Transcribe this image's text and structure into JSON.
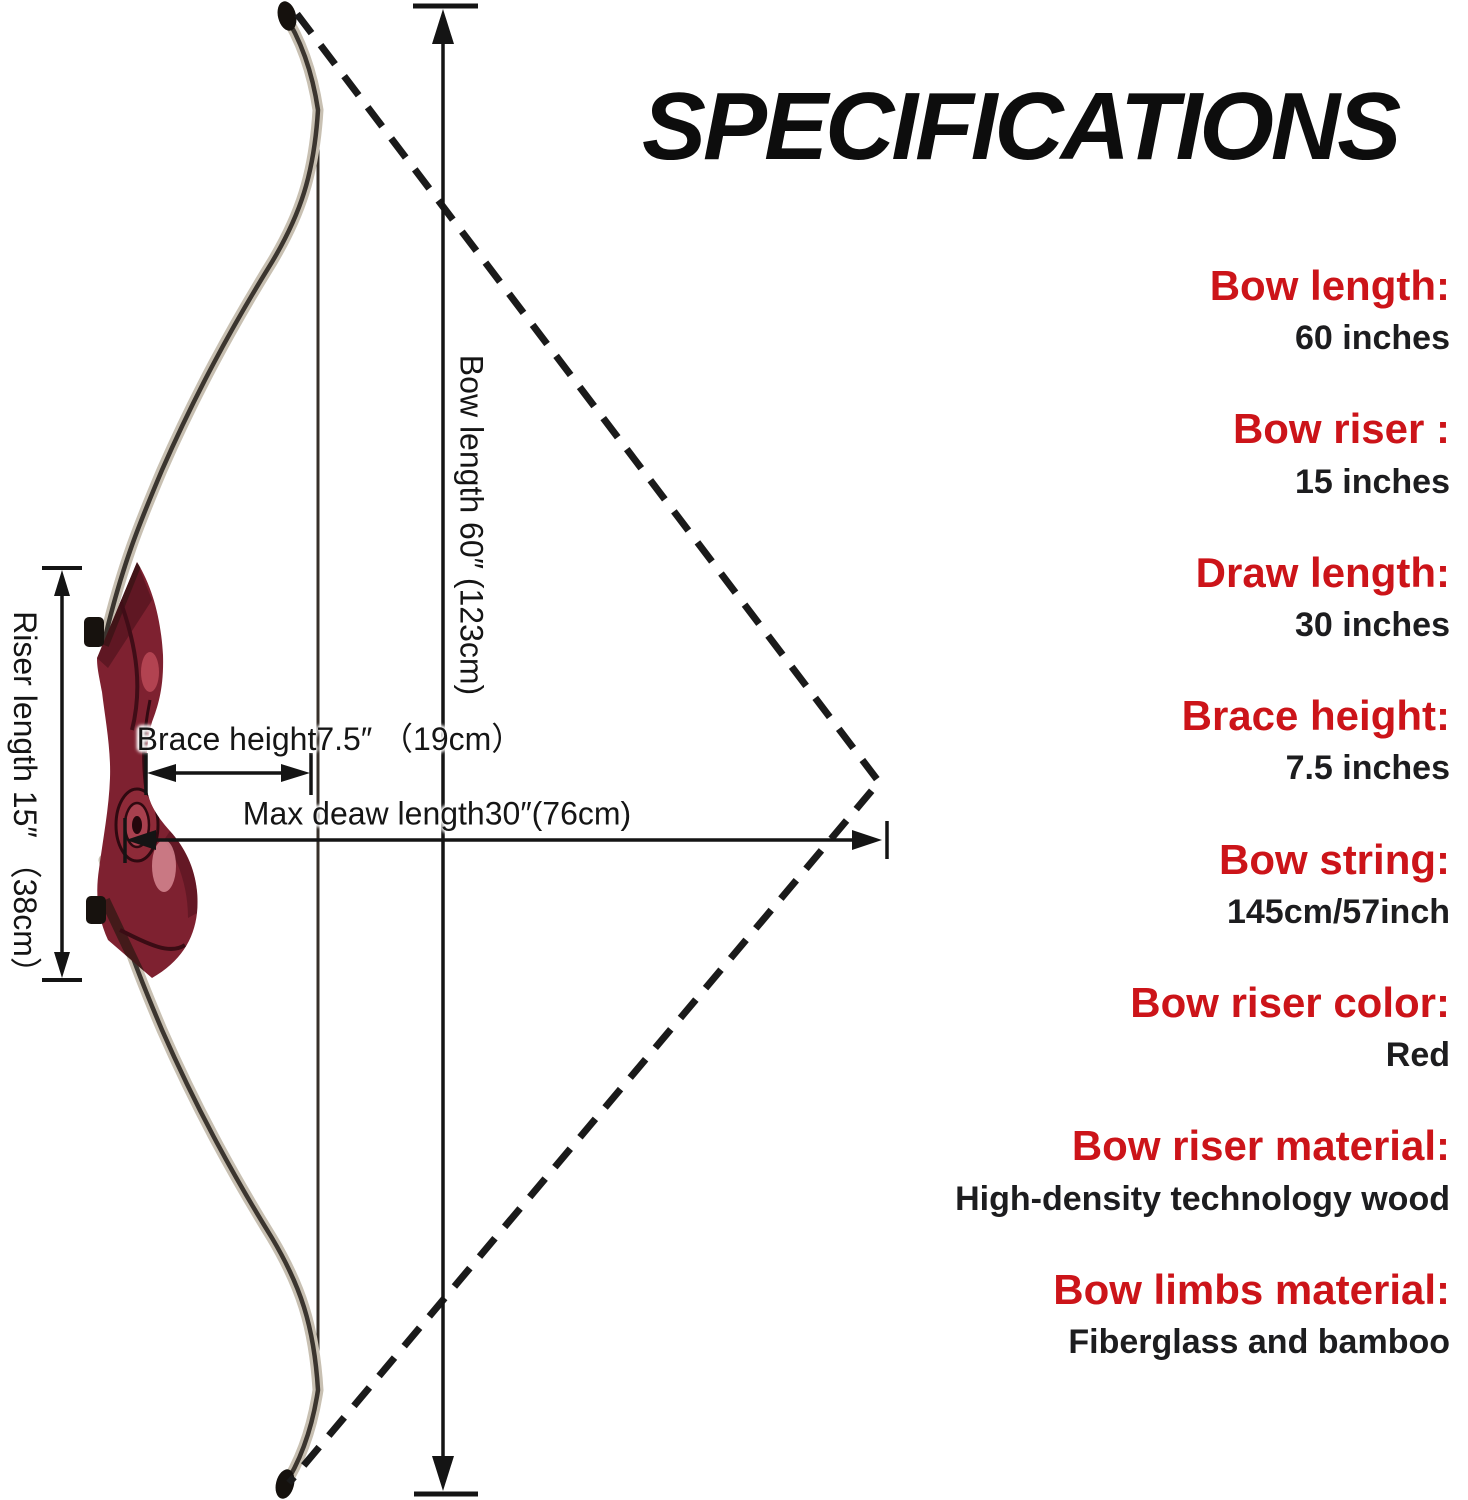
{
  "title": "SPECIFICATIONS",
  "diagram": {
    "riser_dim_label": "Riser length 15″ （38cm）",
    "bow_length_dim_label": "Bow length 60″ (123cm)",
    "brace_dim_label": "Brace height7.5″ （19cm）",
    "max_draw_dim_label": "Max deaw length30″(76cm)"
  },
  "specs": {
    "items": [
      {
        "label": "Bow length:",
        "value": "60 inches"
      },
      {
        "label": "Bow riser :",
        "value": "15 inches"
      },
      {
        "label": "Draw length:",
        "value": "30 inches"
      },
      {
        "label": "Brace height:",
        "value": "7.5 inches"
      },
      {
        "label": "Bow string:",
        "value": "145cm/57inch"
      },
      {
        "label": "Bow riser color:",
        "value": "Red"
      },
      {
        "label": "Bow riser material:",
        "value": "High-density technology wood"
      },
      {
        "label": "Bow limbs material:",
        "value": "Fiberglass and bamboo"
      }
    ]
  },
  "colors": {
    "accent_red": "#cc1419",
    "text_black": "#1d1d1f",
    "line_black": "#141414",
    "riser_red": "#7e2130",
    "limb_light": "#c8c0b2",
    "limb_dark": "#3b352f"
  }
}
